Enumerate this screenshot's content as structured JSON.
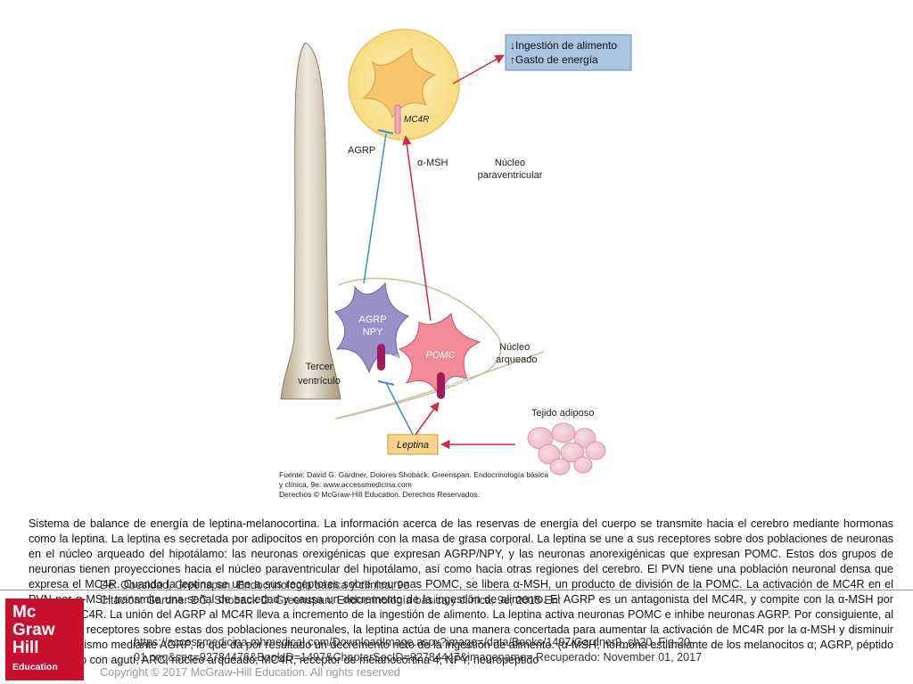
{
  "labels": {
    "effect_1": "↓Ingestión de alimento",
    "effect_2": "↑Gasto de energía",
    "mc4r": "MC4R",
    "agrp": "AGRP",
    "msh": "α-MSH",
    "pvn_1": "Núcleo",
    "pvn_2": "paraventricular",
    "ventricle_1": "Tercer",
    "ventricle_2": "ventrículo",
    "agrp_npy_1": "AGRP",
    "agrp_npy_2": "NPY",
    "lepr_1": "LepR",
    "pomc": "POMC",
    "lepr_2": "LepR",
    "arc_1": "Núcleo",
    "arc_2": "arqueado",
    "adipose": "Tejido adiposo",
    "leptin": "Leptina"
  },
  "source": {
    "line1": "Fuente: David G. Gardner, Dolores Shoback: Greenspan. Endocrinología básica",
    "line2": "y clínica, 9e: www.accessmedicina.com",
    "line3": "Derechos © McGraw-Hill Education. Derechos Reservados."
  },
  "caption": "Sistema de balance de energía de leptina-melanocortina. La información acerca de las reservas de energía del cuerpo se transmite hacia el cerebro mediante hormonas como la leptina. La leptina es secretada por adipocitos en proporción con la masa de grasa corporal. La leptina se une a sus receptores sobre dos poblaciones de neuronas en el núcleo arqueado del hipotálamo: las neuronas orexigénicas que expresan AGRP/NPY, y las neuronas anorexigénicas que expresan POMC. Estos dos grupos de neuronas tienen proyecciones hacia el núcleo paraventricular del hipotálamo, así como hacia otras regiones del cerebro. El PVN tiene una población neuronal densa que expresa el MC4R. Cuando la leptina se une a sus receptores sobre neuronas POMC, se libera α-MSH, un producto de división de la POMC. La activación de MC4R en el PVN por α-MSH transmite una señal de saciedad y causa un decremento de la ingestión de alimento. El AGRP es un antagonista del MC4R, y compite con la α-MSH por unión al MC4R. La unión del AGRP al MC4R lleva a incremento de la ingestión de alimento. La leptina activa neuronas POMC e inhibe neuronas AGRP. Por consiguiente, al activar sus receptores sobre estas dos poblaciones neuronales, la leptina actúa de una manera concertada para aumentar la activación de MC4R por la α-MSH y disminuir su antagonismo mediante AGRP, lo que da por resultado un decremento neto de la ingestión de alimento. (α-MSH, hormona estimulante de los melanocitos α; AGRP, péptido relacionado con agutí; ARC, núcleo arqueado; MC4R, receptor de melanocortina 4; NPY, neuropéptido",
  "overlay": {
    "from": "De: Obesidad, Greenspan. Endocrinología básica y clínica, 9e",
    "citation": "Citación: Gardner DG, Shoback D. Greenspan. Endocrinología básica y clínica, 9e; 2015 En:",
    "url1": "https://accessmedicina.mhmedical.com/DownloadImage.aspx?image=/data/Books/1497/Gardner9_ch20_Fig-20-",
    "url2": "01.png&sec=92784476&BookID=1497&ChapterSecID=92784447&imagename= Recuperado: November 01, 2017",
    "copyright": "Copyright © 2017 McGraw-Hill Education. All rights reserved"
  },
  "logo": {
    "line1": "Mc",
    "line2": "Graw",
    "line3": "Hill",
    "line4": "Education"
  },
  "colors": {
    "agrp_path": "#3a8fd0",
    "msh_path": "#d02c3c",
    "pvn_fill": "#fbe49a",
    "pomc_fill": "#f28a98",
    "agrp_fill": "#9a90c8",
    "leptin_box": "#f9d58a",
    "effects_box": "#a9c4e0"
  }
}
